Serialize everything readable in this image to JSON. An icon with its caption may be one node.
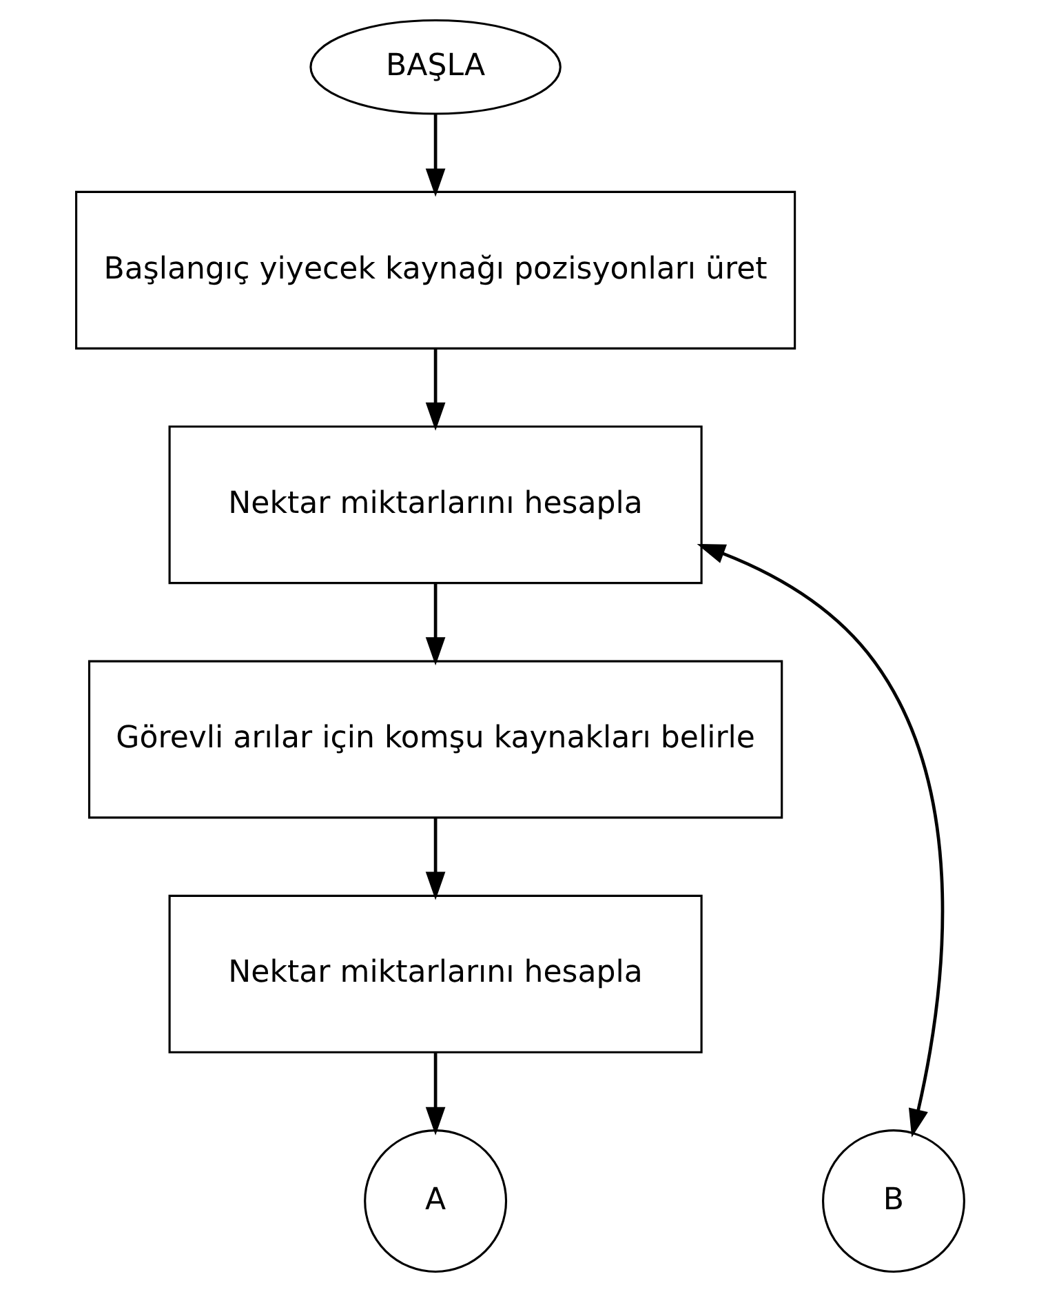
{
  "diagram": {
    "nodes": [
      {
        "text": [
          "BAŞLA"
        ]
      },
      {
        "text": [
          "Başlangıç yiyecek kaynağı pozisyonları üret"
        ]
      },
      {
        "text": [
          "Nektar miktarlarını hesapla"
        ]
      },
      {
        "text": [
          "Görevli arılar için komşu kaynakları belirle"
        ]
      },
      {
        "text": [
          "Nektar miktarlarını hesapla"
        ]
      },
      {
        "text": [
          "A"
        ]
      },
      {
        "text": [
          "B"
        ]
      }
    ],
    "edges": [
      {
        "from": 0,
        "to": 1,
        "arrow": "to"
      },
      {
        "from": 1,
        "to": 2,
        "arrow": "to"
      },
      {
        "from": 2,
        "to": 3,
        "arrow": "to"
      },
      {
        "from": 3,
        "to": 4,
        "arrow": "to"
      },
      {
        "from": 4,
        "to": 5,
        "arrow": "to"
      },
      {
        "from": 6,
        "to": 2,
        "arrow": "both"
      }
    ]
  }
}
